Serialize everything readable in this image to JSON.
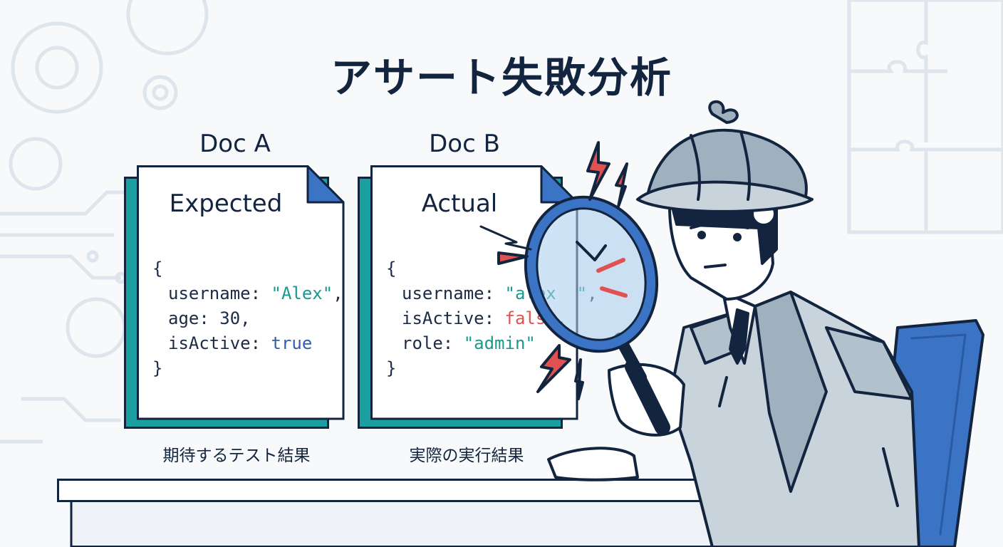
{
  "title": "アサート失敗分析",
  "doc_a": {
    "label": "Doc A",
    "heading": "Expected",
    "caption": "期待するテスト結果",
    "code": {
      "open": "{",
      "username_key": "username: ",
      "username_val": "\"Alex\"",
      "username_end": ",",
      "age_key": "age: ",
      "age_val": "30,",
      "active_key": "isActive: ",
      "active_val": "true",
      "close": "}"
    }
  },
  "doc_b": {
    "label": "Doc B",
    "heading": "Actual",
    "caption": "実際の実行結果",
    "code": {
      "open": "{",
      "username_key": "username: ",
      "username_val": "\"alex  \"",
      "username_end": ",",
      "active_key": "isActive: ",
      "active_val": "false",
      "active_end": ",",
      "role_key": "role: ",
      "role_val": "\"admin\"",
      "close": "}"
    }
  },
  "colors": {
    "navy": "#13243f",
    "teal": "#1aa0a0",
    "blue": "#3b74c4",
    "red": "#e05252",
    "coat": "#c9d3dc"
  }
}
